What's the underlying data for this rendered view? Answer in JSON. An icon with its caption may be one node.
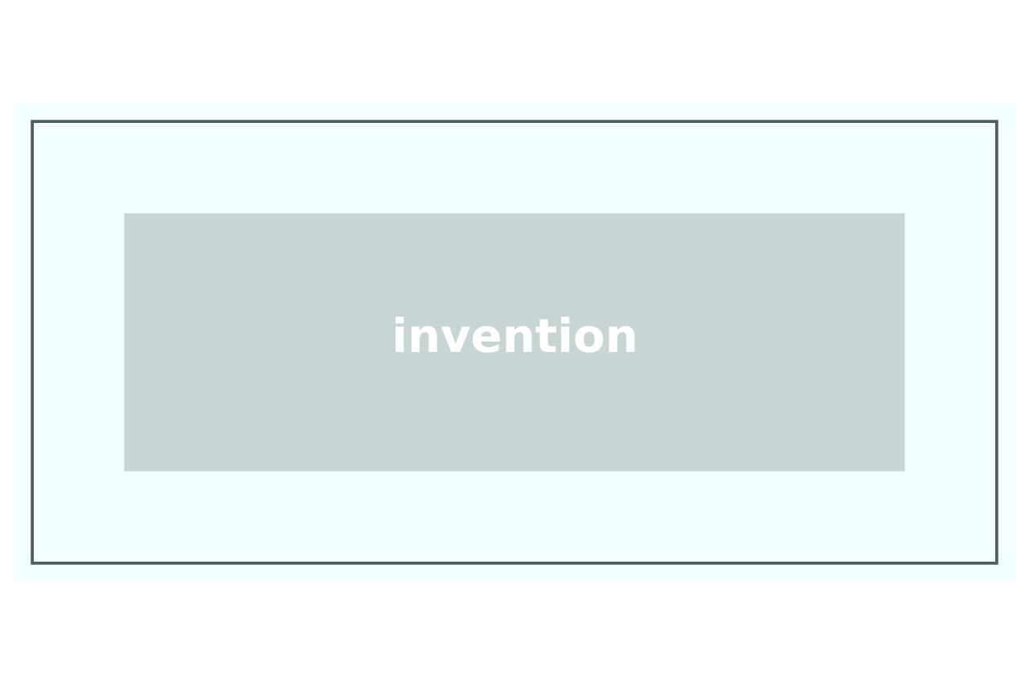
{
  "diagram": {
    "nodes": [
      {
        "text": [],
        "shape": "box"
      },
      {
        "text": [
          "invention"
        ],
        "in": 0
      }
    ]
  }
}
